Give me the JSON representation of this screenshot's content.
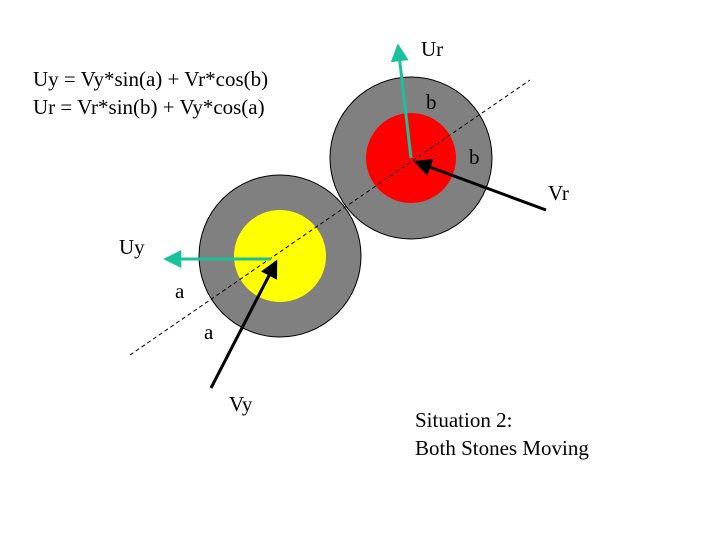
{
  "formulas": [
    "Uy = Vy*sin(a) + Vr*cos(b)",
    "Ur = Vr*sin(b) + Vy*cos(a)"
  ],
  "labels": {
    "ur": "Ur",
    "uy": "Uy",
    "vr": "Vr",
    "vy": "Vy",
    "angle_b_top": "b",
    "angle_b_right": "b",
    "angle_a_top": "a",
    "angle_a_bottom": "a"
  },
  "caption": [
    "Situation 2:",
    "Both Stones Moving"
  ],
  "colors": {
    "stone_outer": "#808080",
    "stone_red": "#ff0000",
    "stone_yellow": "#ffff00",
    "result_arrow": "#19c29a",
    "velocity_arrow": "#000000"
  }
}
